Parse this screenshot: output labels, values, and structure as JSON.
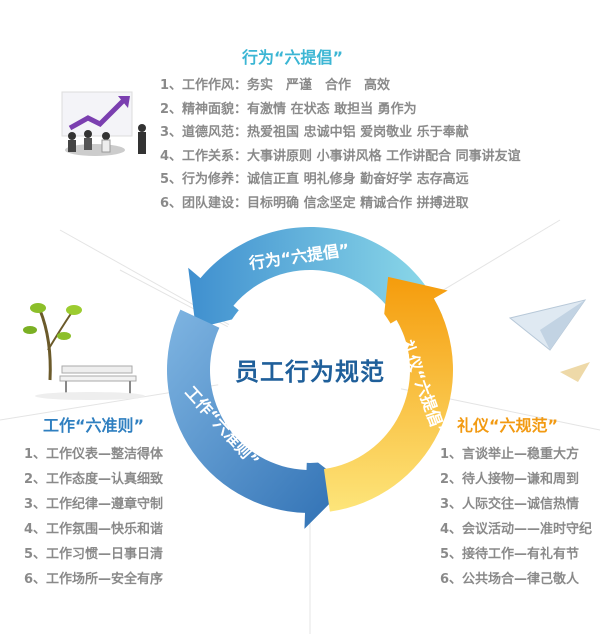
{
  "center_title": "员工行为规范",
  "top": {
    "title": "行为“六提倡”",
    "items": [
      "1、工作作风：务实　严谨　合作　高效",
      "2、精神面貌：有激情 在状态 敢担当 勇作为",
      "3、道德风范：热爱祖国 忠诚中铝 爱岗敬业 乐于奉献",
      "4、工作关系：大事讲原则 小事讲风格 工作讲配合 同事讲友谊",
      "5、行为修养：诚信正直 明礼修身 勤奋好学 志存高远",
      "6、团队建设：目标明确 信念坚定 精诚合作 拼搏进取"
    ]
  },
  "left": {
    "title": "工作“六准则”",
    "items": [
      "1、工作仪表—整洁得体",
      "2、工作态度—认真细致",
      "3、工作纪律—遵章守制",
      "4、工作氛围—快乐和谐",
      "5、工作习惯—日事日清",
      "6、工作场所—安全有序"
    ]
  },
  "right": {
    "title": "礼仪“六规范”",
    "items": [
      "1、言谈举止—稳重大方",
      "2、待人接物—谦和周到",
      "3、人际交往—诚信热情",
      "4、会议活动——准时守纪",
      "5、接待工作—有礼有节",
      "6、公共场合—律己敬人"
    ]
  },
  "ring_labels": {
    "top": "行为“六提倡”",
    "right": "礼仪“六提倡”",
    "left": "工作“六准则”"
  },
  "colors": {
    "cyan": "#3fb7d8",
    "orange": "#f5a611",
    "blue": "#3b82c0",
    "top_title": "#3cb6d4",
    "left_title": "#2f7fc0",
    "right_title": "#f29a12",
    "center": "#1f5f9a"
  }
}
